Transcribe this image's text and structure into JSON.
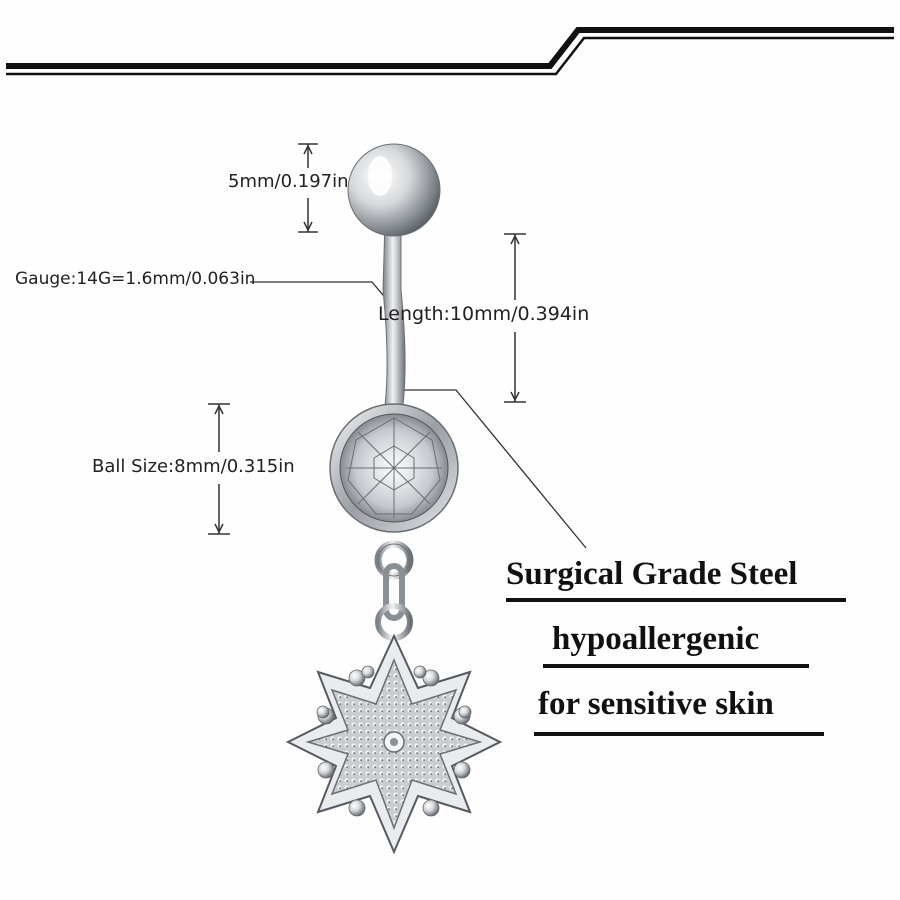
{
  "dimensions": {
    "top_ball": "5mm/0.197in",
    "gauge": "Gauge:14G=1.6mm/0.063in",
    "length": "Length:10mm/0.394in",
    "ball_size": "Ball Size:8mm/0.315in"
  },
  "features": {
    "material": "Surgical Grade Steel",
    "hypo": "hypoallergenic",
    "skin": "for sensitive skin"
  },
  "colors": {
    "background": "#fefefe",
    "text": "#111111",
    "steel": "#c8ccd0"
  }
}
